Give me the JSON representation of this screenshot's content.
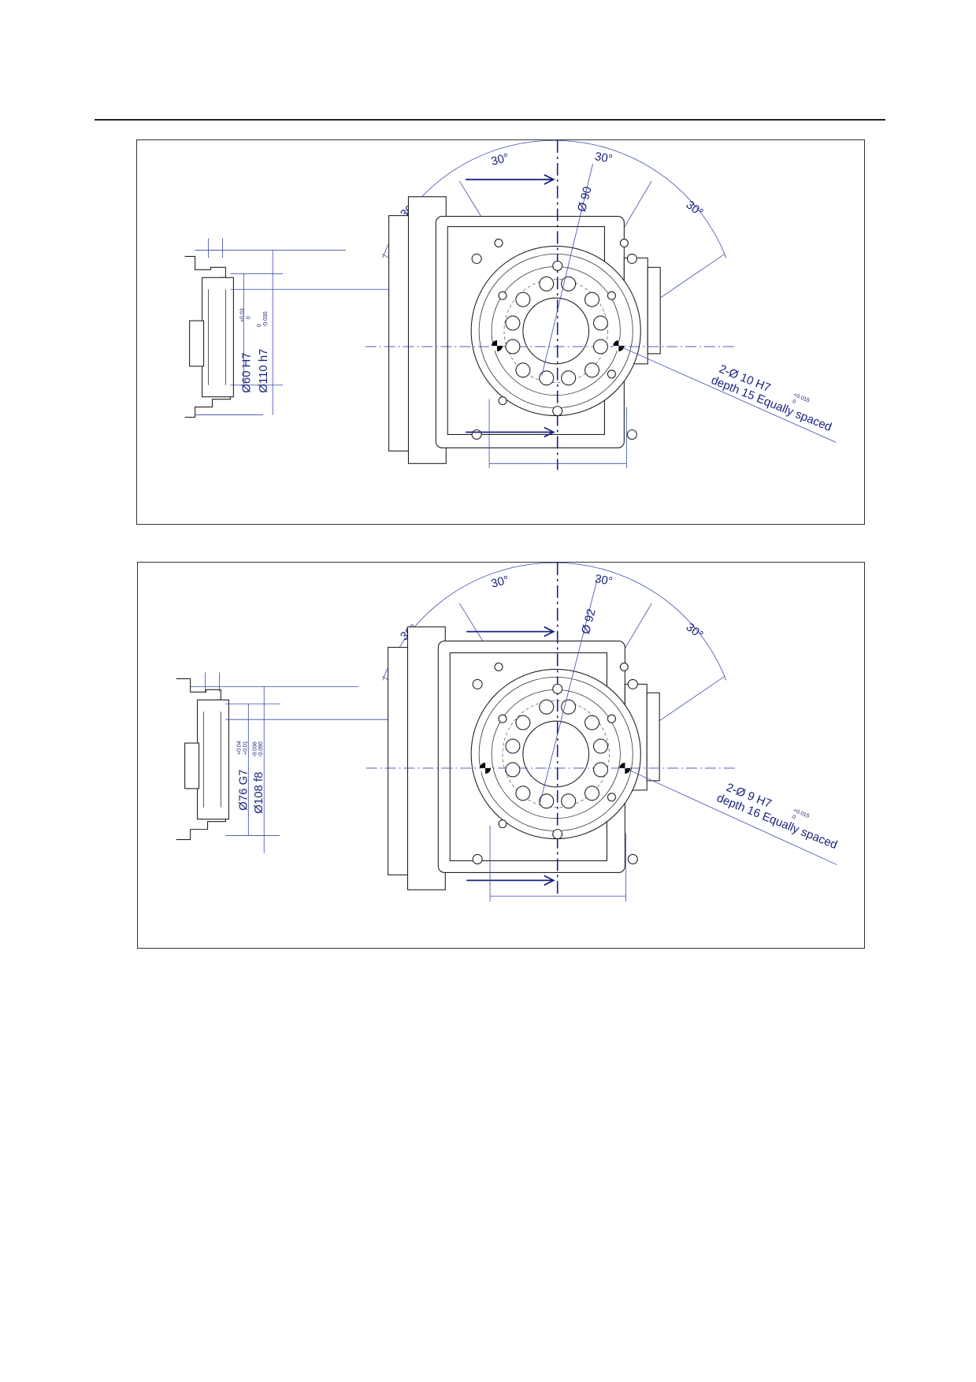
{
  "drawings": [
    {
      "id": "view-1",
      "angle_labels": [
        "30°",
        "30°",
        "30°",
        "30°"
      ],
      "pcd_label": "Ø 90",
      "pin_note": {
        "line1": "2-Ø  10 H7",
        "tol_upper": "+0.015",
        "tol_lower": "0",
        "line2": "depth 15 Equally spaced"
      },
      "side_dims": [
        {
          "label": "Ø60 H7",
          "tol_upper": "+0.03",
          "tol_lower": "0"
        },
        {
          "label": "Ø110 h7",
          "tol_upper": "0",
          "tol_lower": "-0.035"
        }
      ]
    },
    {
      "id": "view-2",
      "angle_labels": [
        "30°",
        "30°",
        "30°",
        "30°"
      ],
      "pcd_label": "Ø 92",
      "pin_note": {
        "line1": "2-Ø  9  H7",
        "tol_upper": "+0.015",
        "tol_lower": "0",
        "line2": "depth 16 Equally spaced"
      },
      "side_dims": [
        {
          "label": "Ø76 G7",
          "tol_upper": "+0.04",
          "tol_lower": "+0.01"
        },
        {
          "label": "Ø108 f8",
          "tol_upper": "-0.036",
          "tol_lower": "-0.090"
        }
      ]
    }
  ]
}
